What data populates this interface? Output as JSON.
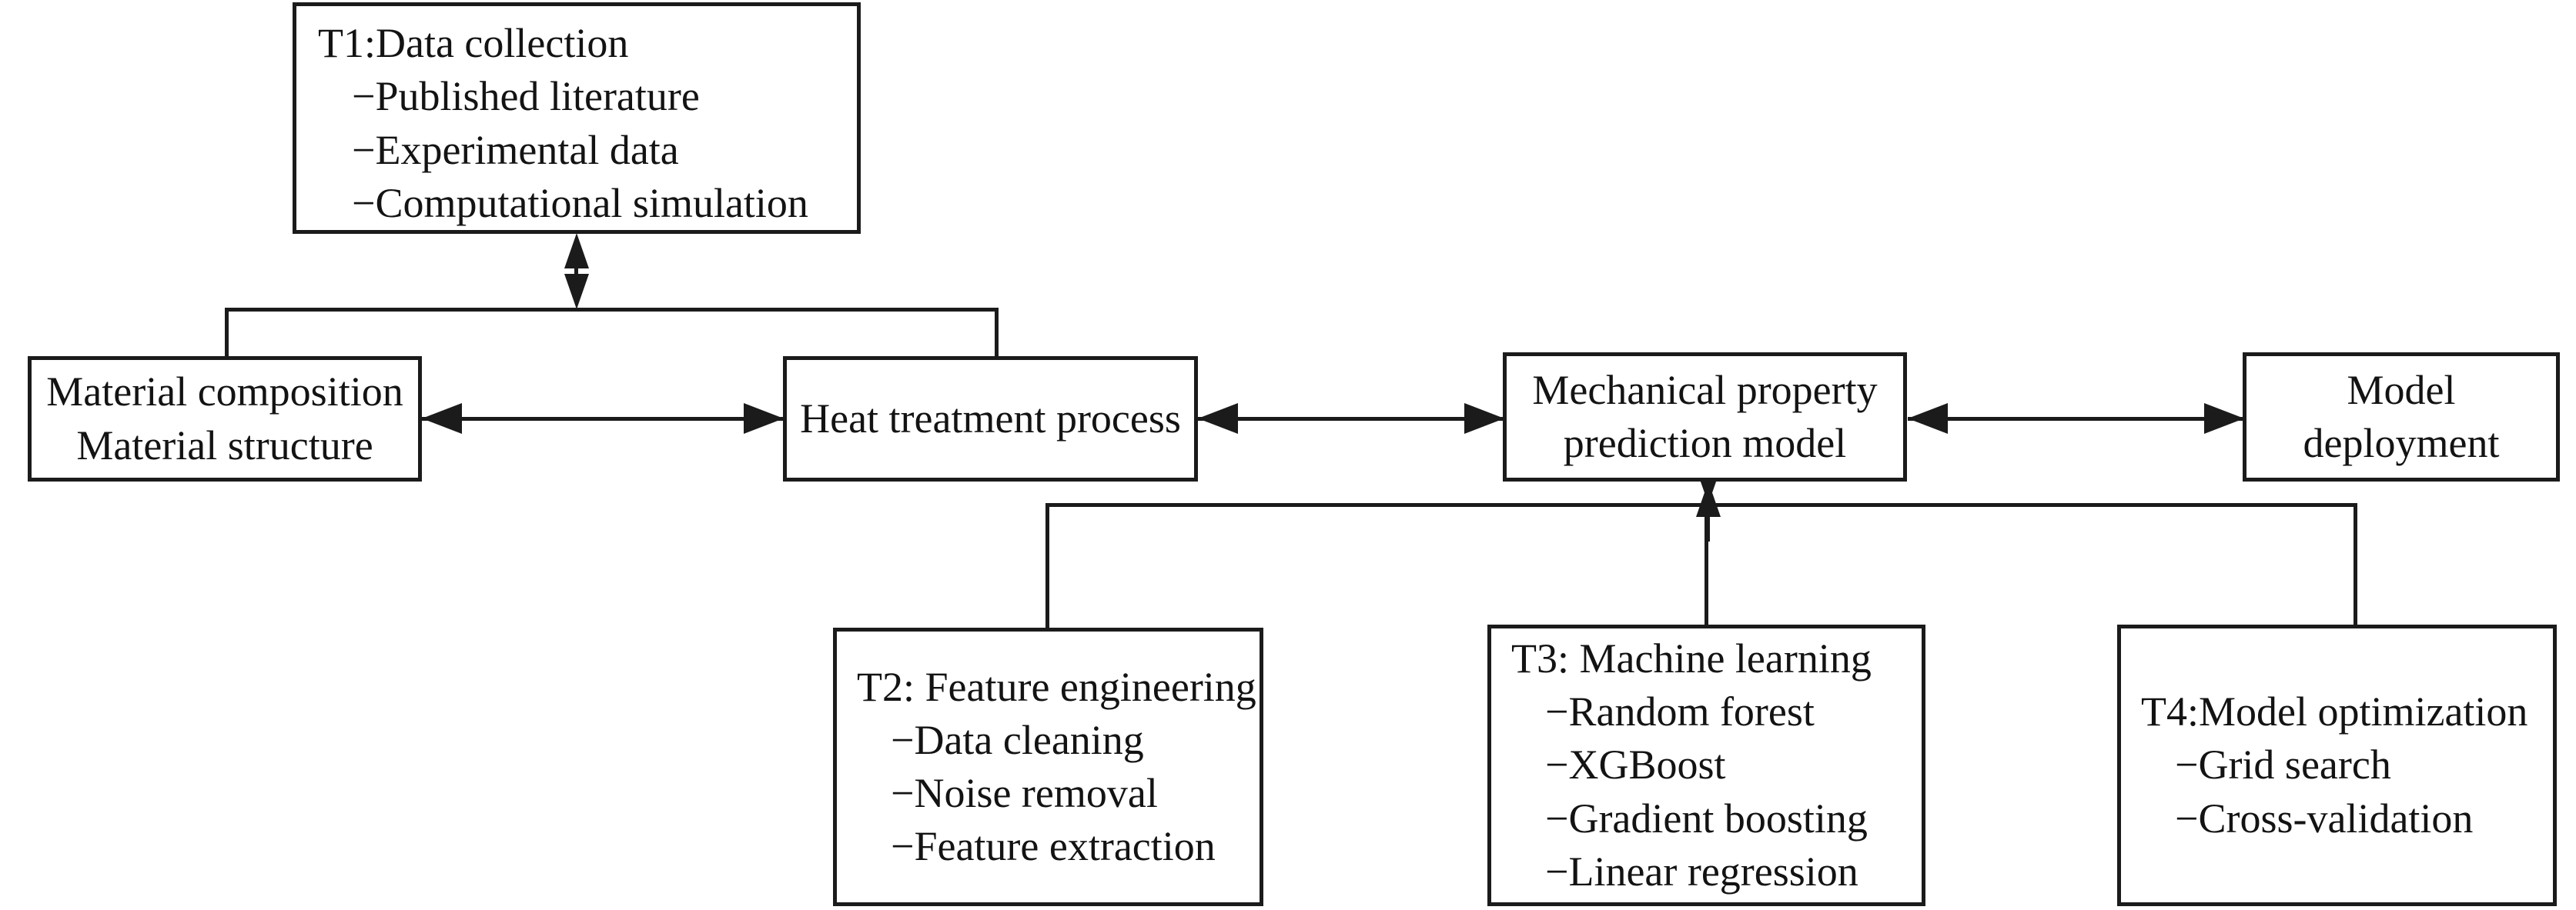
{
  "diagram": {
    "nodes": {
      "t1": {
        "title": "T1:Data collection",
        "bullets": [
          "−Published literature",
          "−Experimental data",
          "−Computational simulation"
        ]
      },
      "material": {
        "line1": "Material composition",
        "line2": "Material structure"
      },
      "heat": {
        "line1": "Heat treatment process"
      },
      "mechanical": {
        "line1": "Mechanical property",
        "line2": "prediction model"
      },
      "deployment": {
        "line1": "Model",
        "line2": "deployment"
      },
      "t2": {
        "title": "T2: Feature engineering",
        "bullets": [
          "−Data cleaning",
          "−Noise removal",
          "−Feature extraction"
        ]
      },
      "t3": {
        "title": "T3: Machine learning",
        "bullets": [
          "−Random forest",
          "−XGBoost",
          "−Gradient boosting",
          "−Linear regression"
        ]
      },
      "t4": {
        "title": "T4:Model optimization",
        "bullets": [
          "−Grid search",
          "−Cross-validation"
        ]
      }
    },
    "colors": {
      "stroke": "#1b1b1b",
      "text": "#131313",
      "background": "#ffffff"
    }
  }
}
